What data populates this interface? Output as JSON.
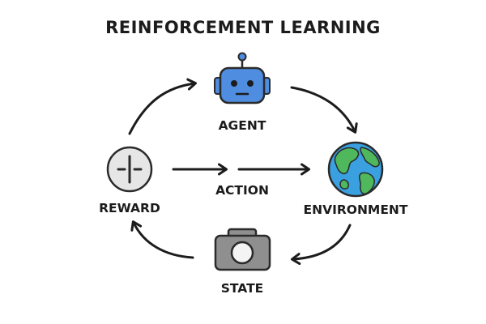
{
  "title": "REINFORCEMENT LEARNING",
  "nodes": {
    "agent": {
      "label": "AGENT",
      "icon": "robot-icon",
      "color": "#4f8de0"
    },
    "environment": {
      "label": "ENVIRONMENT",
      "icon": "globe-icon",
      "color": "#3aa0e0"
    },
    "state": {
      "label": "STATE",
      "icon": "camera-icon",
      "color": "#8f8f8f"
    },
    "reward": {
      "label": "REWARD",
      "icon": "reward-icon",
      "color": "#e0e0e0"
    }
  },
  "edges": {
    "action": {
      "label": "ACTION"
    }
  }
}
